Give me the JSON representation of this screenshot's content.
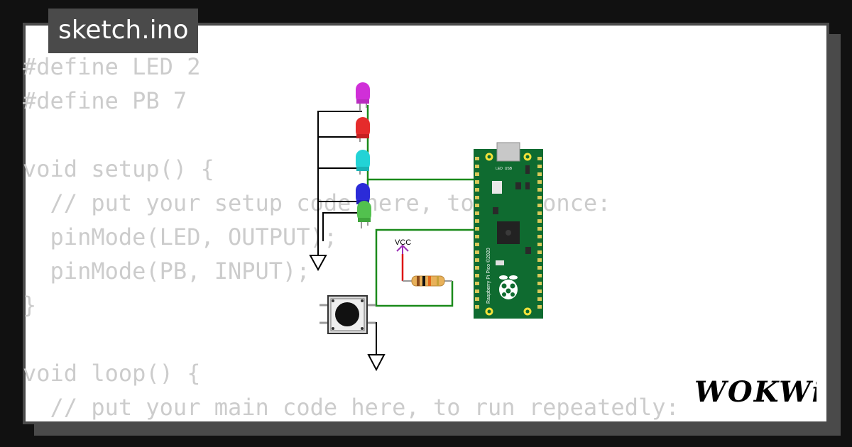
{
  "file": {
    "name": "sketch.ino"
  },
  "code_lines": [
    "#define LED 2",
    "#define PB 7",
    "",
    "void setup() {",
    "  // put your setup code here, to run once:",
    "  pinMode(LED, OUTPUT);",
    "  pinMode(PB, INPUT);",
    "}",
    "",
    "void loop() {",
    "  // put your main code here, to run repeatedly:"
  ],
  "circuit": {
    "vcc_label": "VCC",
    "board_label": "Raspberry Pi Pico ©2020",
    "usb_label": "USB",
    "led_pin_label": "LED",
    "leds": [
      {
        "color_name": "magenta",
        "color": "#d02fd8"
      },
      {
        "color_name": "red",
        "color": "#e52b2b"
      },
      {
        "color_name": "cyan",
        "color": "#22d3d6"
      },
      {
        "color_name": "blue",
        "color": "#2b2bd8"
      },
      {
        "color_name": "green",
        "color": "#52c14e"
      }
    ],
    "board_color": "#0f6b30",
    "wire_green": "#1a8a1a",
    "wire_red": "#dd1111",
    "wire_black": "#000000"
  },
  "brand": {
    "name": "WOKWi"
  }
}
